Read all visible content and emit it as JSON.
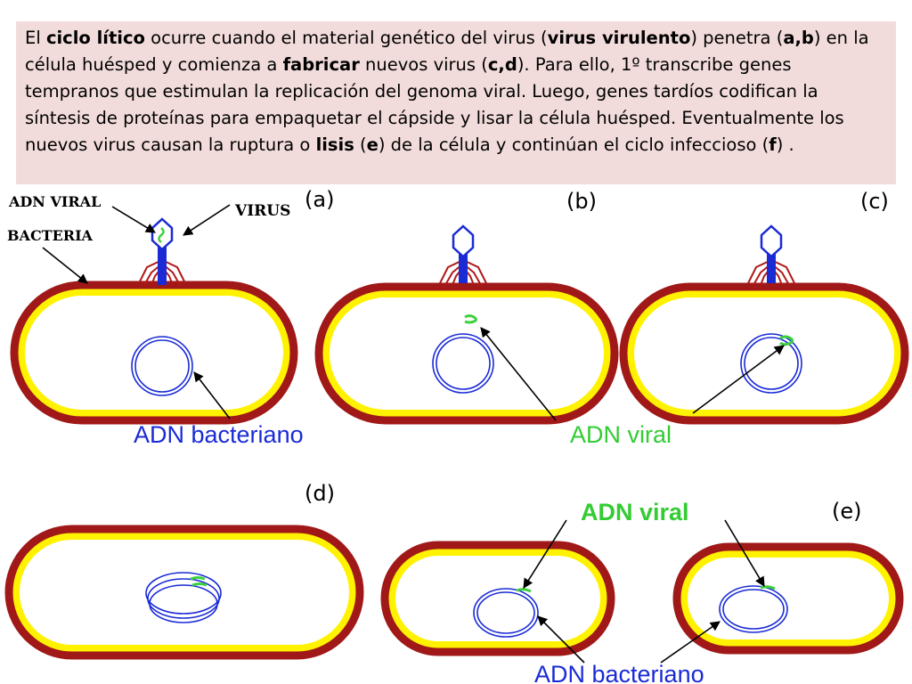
{
  "description": {
    "segments": [
      {
        "t": "El ",
        "b": false
      },
      {
        "t": "ciclo lítico",
        "b": true
      },
      {
        "t": " ocurre cuando el material genético del virus (",
        "b": false
      },
      {
        "t": "virus virulento",
        "b": true
      },
      {
        "t": ") penetra (",
        "b": false
      },
      {
        "t": "a,b",
        "b": true
      },
      {
        "t": ") en la célula huésped y comienza a ",
        "b": false
      },
      {
        "t": "fabricar",
        "b": true
      },
      {
        "t": " nuevos virus (",
        "b": false
      },
      {
        "t": "c,d",
        "b": true
      },
      {
        "t": "). Para ello, 1º transcribe genes tempranos que estimulan la replicación del genoma viral. Luego, genes tardíos codifican la síntesis de proteínas para empaquetar el cápside  y lisar la célula huésped. Eventualmente los nuevos virus causan la ruptura o ",
        "b": false
      },
      {
        "t": "lisis",
        "b": true
      },
      {
        "t": " (",
        "b": false
      },
      {
        "t": "e",
        "b": true
      },
      {
        "t": ") de la célula y continúan el ciclo infeccioso (",
        "b": false
      },
      {
        "t": "f",
        "b": true
      },
      {
        "t": ") .",
        "b": false
      }
    ]
  },
  "labels": {
    "adn_viral_top": "ADN VIRAL",
    "virus": "VIRUS",
    "bacteria": "BACTERIA",
    "panel_a": "(a)",
    "panel_b": "(b)",
    "panel_c": "(c)",
    "panel_d": "(d)",
    "panel_e": "(e)",
    "adn_bacteriano_1": "ADN bacteriano",
    "adn_viral_1": "ADN viral",
    "adn_viral_2": "ADN  viral",
    "adn_bacteriano_2": "ADN bacteriano"
  },
  "colors": {
    "text_box_bg": "#f2dcdb",
    "cell_wall": "#a01818",
    "cell_membrane": "#fff200",
    "bacterial_dna": "#1a2bd6",
    "viral_dna": "#3ed13e",
    "virus_body": "#1a2bd6",
    "virus_legs": "#b01818",
    "label_blue": "#1a2bd6",
    "label_green": "#33cc33"
  }
}
